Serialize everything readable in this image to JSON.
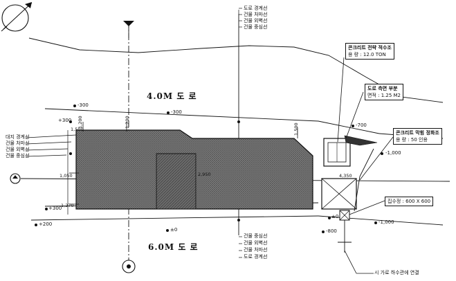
{
  "roads": {
    "north": "4.0M 도 로",
    "south": "6.0M 도 로"
  },
  "top_line_labels": [
    "도로 경계선",
    "건물 처마선",
    "건물 외벽선",
    "건물 중심선"
  ],
  "bottom_line_labels": [
    "건물 중심선",
    "건물 외벽선",
    "건물 처마선",
    "도로 경계선"
  ],
  "left_line_labels": [
    "대지 경계선",
    "건물 처마선",
    "건물 외벽선",
    "건물 중심선"
  ],
  "levels": {
    "l1": "-300",
    "l2": "-300",
    "l3": "+300",
    "l4": "+300",
    "l5": "+200",
    "l6": "-700",
    "l7": "-1,000",
    "l8": "±0",
    "l9": "±0",
    "l10": "-800",
    "l11": "-1,000"
  },
  "dims": {
    "d1": "1,050",
    "d2": "1,270",
    "d3": "1,200",
    "d4": "1,200",
    "d5": "4,350",
    "d6": "1,500",
    "d7": "2,950",
    "d8": "1,500"
  },
  "callouts": {
    "c1": {
      "title": "콘크리트 전략 적수조",
      "value": "용 량 : 12.0 TON"
    },
    "c2": {
      "title": "도로 측면 부분",
      "value": "면적 : 1.25 M2"
    },
    "c3": {
      "title": "콘크리트 막힘 정화조",
      "value": "용 량 : 50 인용"
    },
    "c4": {
      "value": "집수정 : 600 X 600"
    }
  },
  "bottom_note": "시 가로 하수관에 연결",
  "colors": {
    "ink": "#111111",
    "paper": "#ffffff",
    "hatch": "#555555"
  }
}
